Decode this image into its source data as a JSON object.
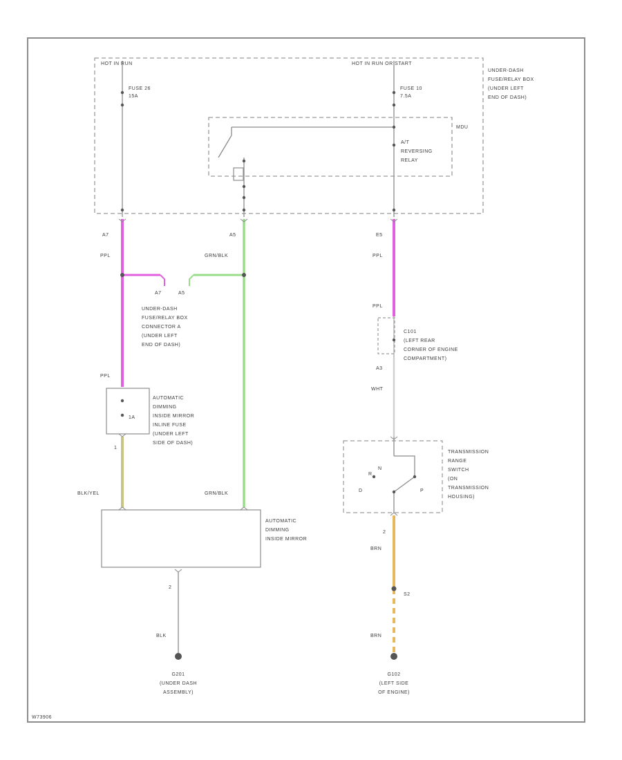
{
  "diagram": {
    "colors": {
      "ppl": "#e060e0",
      "grnblk": "#99dd88",
      "blkyel": "#c8c486",
      "wht": "#d0d0d0",
      "brn": "#e8b860",
      "blk": "#555555",
      "line": "#8c8c8c"
    },
    "top_left_caption": "HOT IN RUN",
    "top_right_caption": "HOT IN RUN OR START",
    "fuse_left": [
      "FUSE 26",
      "15A"
    ],
    "fuse_right": [
      "FUSE 10",
      "7.5A"
    ],
    "underdash_box": [
      "UNDER-DASH",
      "FUSE/RELAY BOX",
      "(UNDER LEFT",
      "END OF DASH)"
    ],
    "mdu": "MDU",
    "reversing_relay": [
      "A/T",
      "REVERSING",
      "RELAY"
    ],
    "pin_a7": "A7",
    "pin_a5": "A5",
    "pin_e5": "E5",
    "wire_ppl": "PPL",
    "wire_grnblk": "GRN/BLK",
    "connector_pin_a7": "A7",
    "connector_pin_a5": "A5",
    "connector_box": [
      "UNDER-DASH",
      "FUSE/RELAY BOX",
      "CONNECTOR A",
      "(UNDER LEFT",
      "END OF DASH)"
    ],
    "wire_ppl_2": "PPL",
    "wire_ppl_3": "PPL",
    "c101": [
      "C101",
      "(LEFT REAR",
      "CORNER OF ENGINE",
      "COMPARTMENT)"
    ],
    "wire_wht": "WHT",
    "pin_a3": "A3",
    "fuse_holder": [
      "AUTOMATIC",
      "DIMMING",
      "INSIDE MIRROR",
      "INLINE FUSE",
      "(UNDER LEFT",
      "SIDE OF DASH)"
    ],
    "fuse_holder_value": "1A",
    "pin_1": "1",
    "wire_blkyel": "BLK/YEL",
    "wire_grnblk_2": "GRN/BLK",
    "mirror": [
      "AUTOMATIC",
      "DIMMING",
      "INSIDE MIRROR"
    ],
    "pin_2_mirror": "2",
    "wire_blk": "BLK",
    "g201": [
      "G201",
      "(UNDER DASH",
      "ASSEMBLY)"
    ],
    "trans_switch": [
      "TRANSMISSION",
      "RANGE",
      "SWITCH",
      "(ON",
      "TRANSMISSION",
      "HOUSING)"
    ],
    "gear_r": "R",
    "gear_n": "N",
    "gear_d": "D",
    "gear_p": "P",
    "pin_2_trans": "2",
    "wire_brn": "BRN",
    "splice": "S2",
    "wire_brn_2": "BRN",
    "g102": [
      "G102",
      "(LEFT SIDE",
      "OF ENGINE)"
    ],
    "footer_code": "W73906"
  }
}
